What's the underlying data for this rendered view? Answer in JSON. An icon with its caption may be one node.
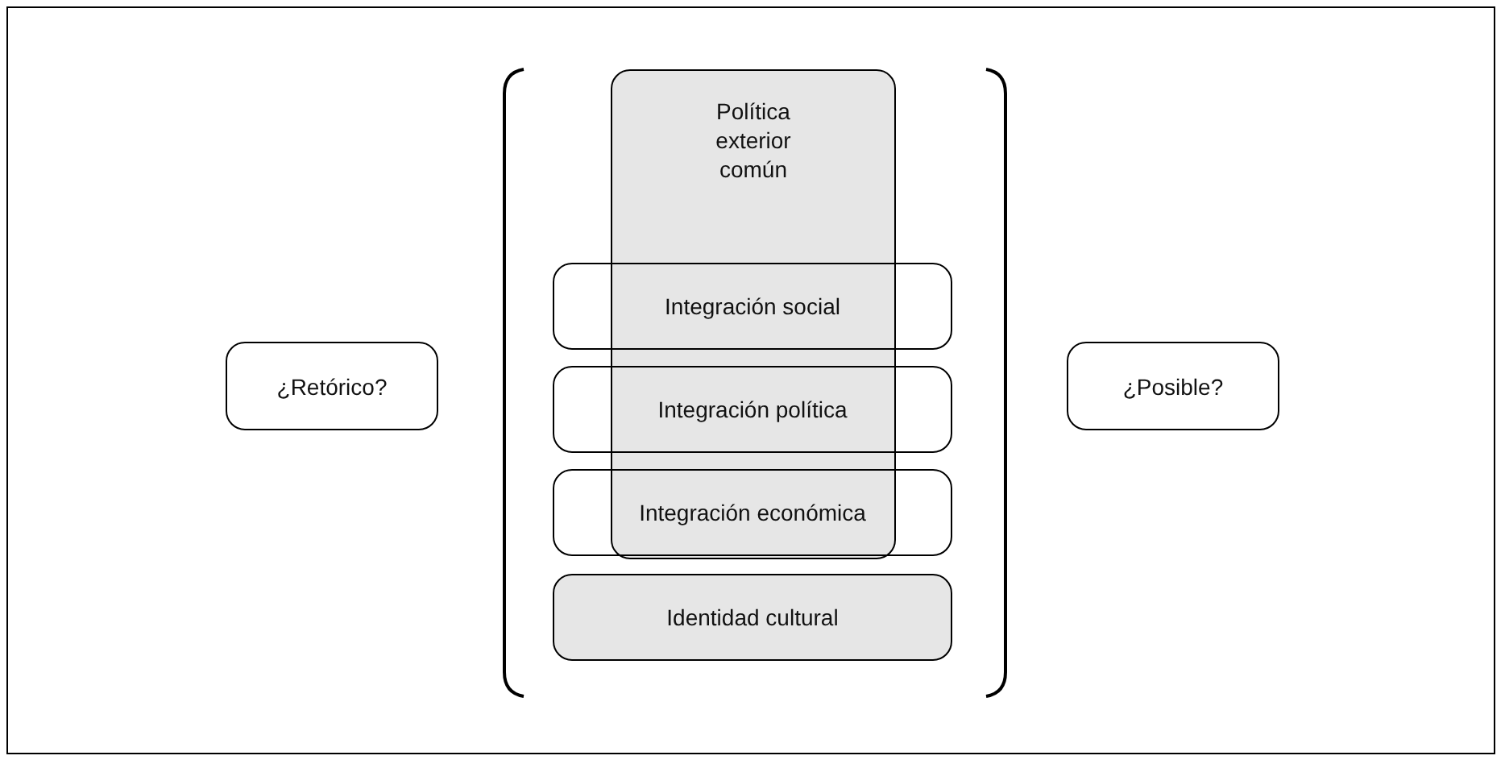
{
  "diagram": {
    "nodes": [
      {
        "text": [
          "¿Retórico?"
        ]
      },
      {
        "text": [
          "Política exterior común"
        ]
      },
      {
        "text": [
          "Integración social"
        ]
      },
      {
        "text": [
          "Integración política"
        ]
      },
      {
        "text": [
          "Integración económica"
        ]
      },
      {
        "text": [
          "Identidad cultural"
        ]
      },
      {
        "text": [
          "¿Posible?"
        ]
      }
    ]
  }
}
